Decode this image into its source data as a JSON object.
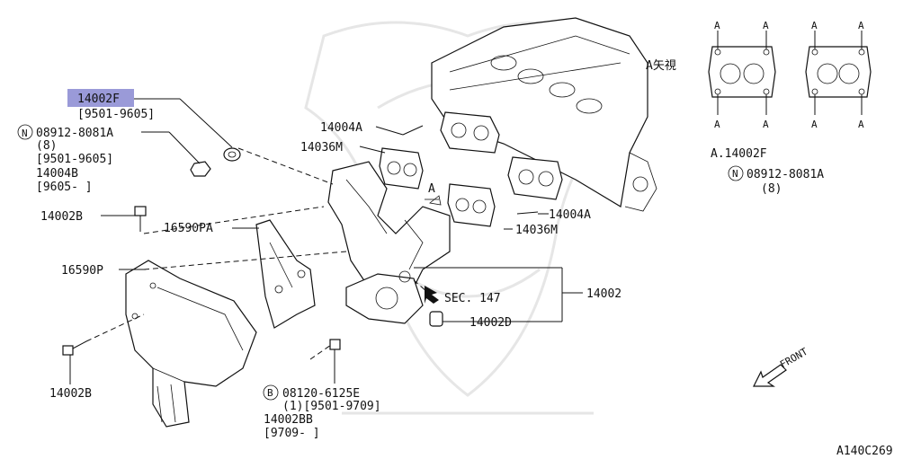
{
  "labels": {
    "p14002f": "14002F",
    "p14002f_range": "[9501-9605]",
    "n08912": "08912-8081A",
    "n08912_qty": "(8)",
    "n08912_range": "[9501-9605]",
    "p14004b": "14004B",
    "p14004b_range": "[9605-    ]",
    "p14002b_top": "14002B",
    "p16590pa": "16590PA",
    "p16590p": "16590P",
    "p14002b_bottom": "14002B",
    "b08120": "08120-6125E",
    "b08120_qty": "(1)[9501-9709]",
    "p14002bb": "14002BB",
    "p14002bb_range": "[9709-    ]",
    "p14004a_top": "14004A",
    "p14036m_top": "14036M",
    "p14004a_right": "14004A",
    "p14036m_right": "14036M",
    "sec147": "SEC. 147",
    "p14002": "14002",
    "p14002d": "14002D",
    "view_a": "A矢視",
    "callout_a": "A",
    "inset_caption": "A.14002F",
    "inset_n": "08912-8081A",
    "inset_qty": "(8)",
    "front": "FRONT",
    "fig_code": "A140C269",
    "n_symbol": "N",
    "b_symbol": "B",
    "inset_a": "A"
  },
  "colors": {
    "highlight": "#9a9ad8",
    "ink": "#111111",
    "watermark": "#e6e6e6"
  }
}
